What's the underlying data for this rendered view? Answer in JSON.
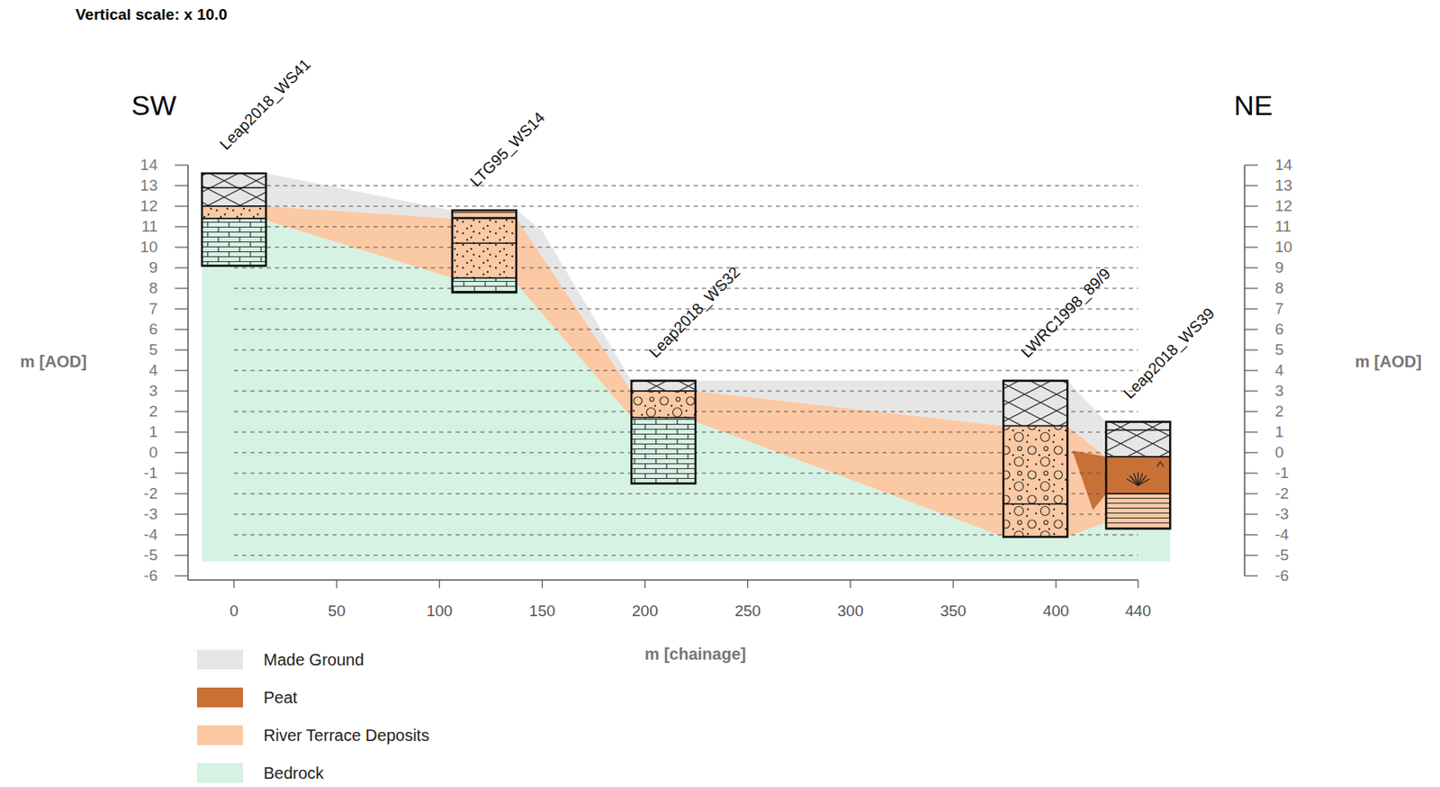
{
  "diagram": {
    "nodes": [
      {
        "text": [
          "Leap2018_WS41"
        ]
      },
      {
        "text": [
          "LTG95_WS14"
        ]
      },
      {
        "text": [
          "Leap2018_WS32"
        ]
      },
      {
        "text": [
          "LWRC1998_89/9"
        ]
      },
      {
        "text": [
          "Leap2018_WS39"
        ]
      }
    ],
    "labels": [
      "Vertical scale: x 10.0",
      "SW",
      "NE",
      "14",
      "13",
      "12",
      "11",
      "10",
      "9",
      "8",
      "7",
      "6",
      "5",
      "4",
      "3",
      "2",
      "1",
      "0",
      "-1",
      "-2",
      "-3",
      "-4",
      "-5",
      "-6",
      "m [AOD]",
      "14",
      "13",
      "12",
      "11",
      "10",
      "9",
      "8",
      "7",
      "6",
      "5",
      "4",
      "3",
      "2",
      "1",
      "0",
      "-1",
      "-2",
      "-3",
      "-4",
      "-5",
      "-6",
      "m [AOD]",
      "0",
      "50",
      "100",
      "150",
      "200",
      "250",
      "300",
      "350",
      "400",
      "440",
      "m [chainage]"
    ],
    "legend": [
      {
        "text": "Made Ground",
        "color": "#e6e6e6"
      },
      {
        "text": "Peat",
        "color": "#c87137"
      },
      {
        "text": "River Terrace Deposits",
        "color": "#fbc9a4"
      },
      {
        "text": "Bedrock",
        "color": "#d5f2e3"
      }
    ]
  }
}
